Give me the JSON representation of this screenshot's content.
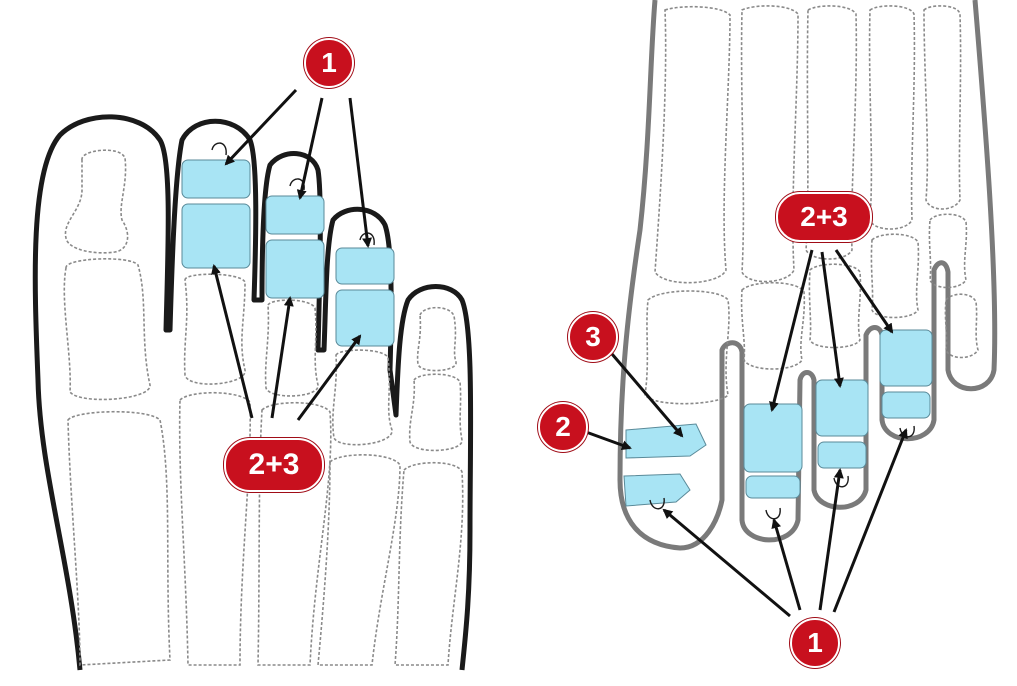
{
  "labels": {
    "left_top": "1",
    "left_bottom": "2+3",
    "right_top": "2+3",
    "right_three": "3",
    "right_two": "2",
    "right_bottom": "1"
  },
  "colors": {
    "badge": "#c8101e",
    "highlight": "#a8e4f4",
    "outline": "#1a1a1a",
    "outline_right": "#7a7a7a",
    "bone_line": "#8a8a8a"
  }
}
